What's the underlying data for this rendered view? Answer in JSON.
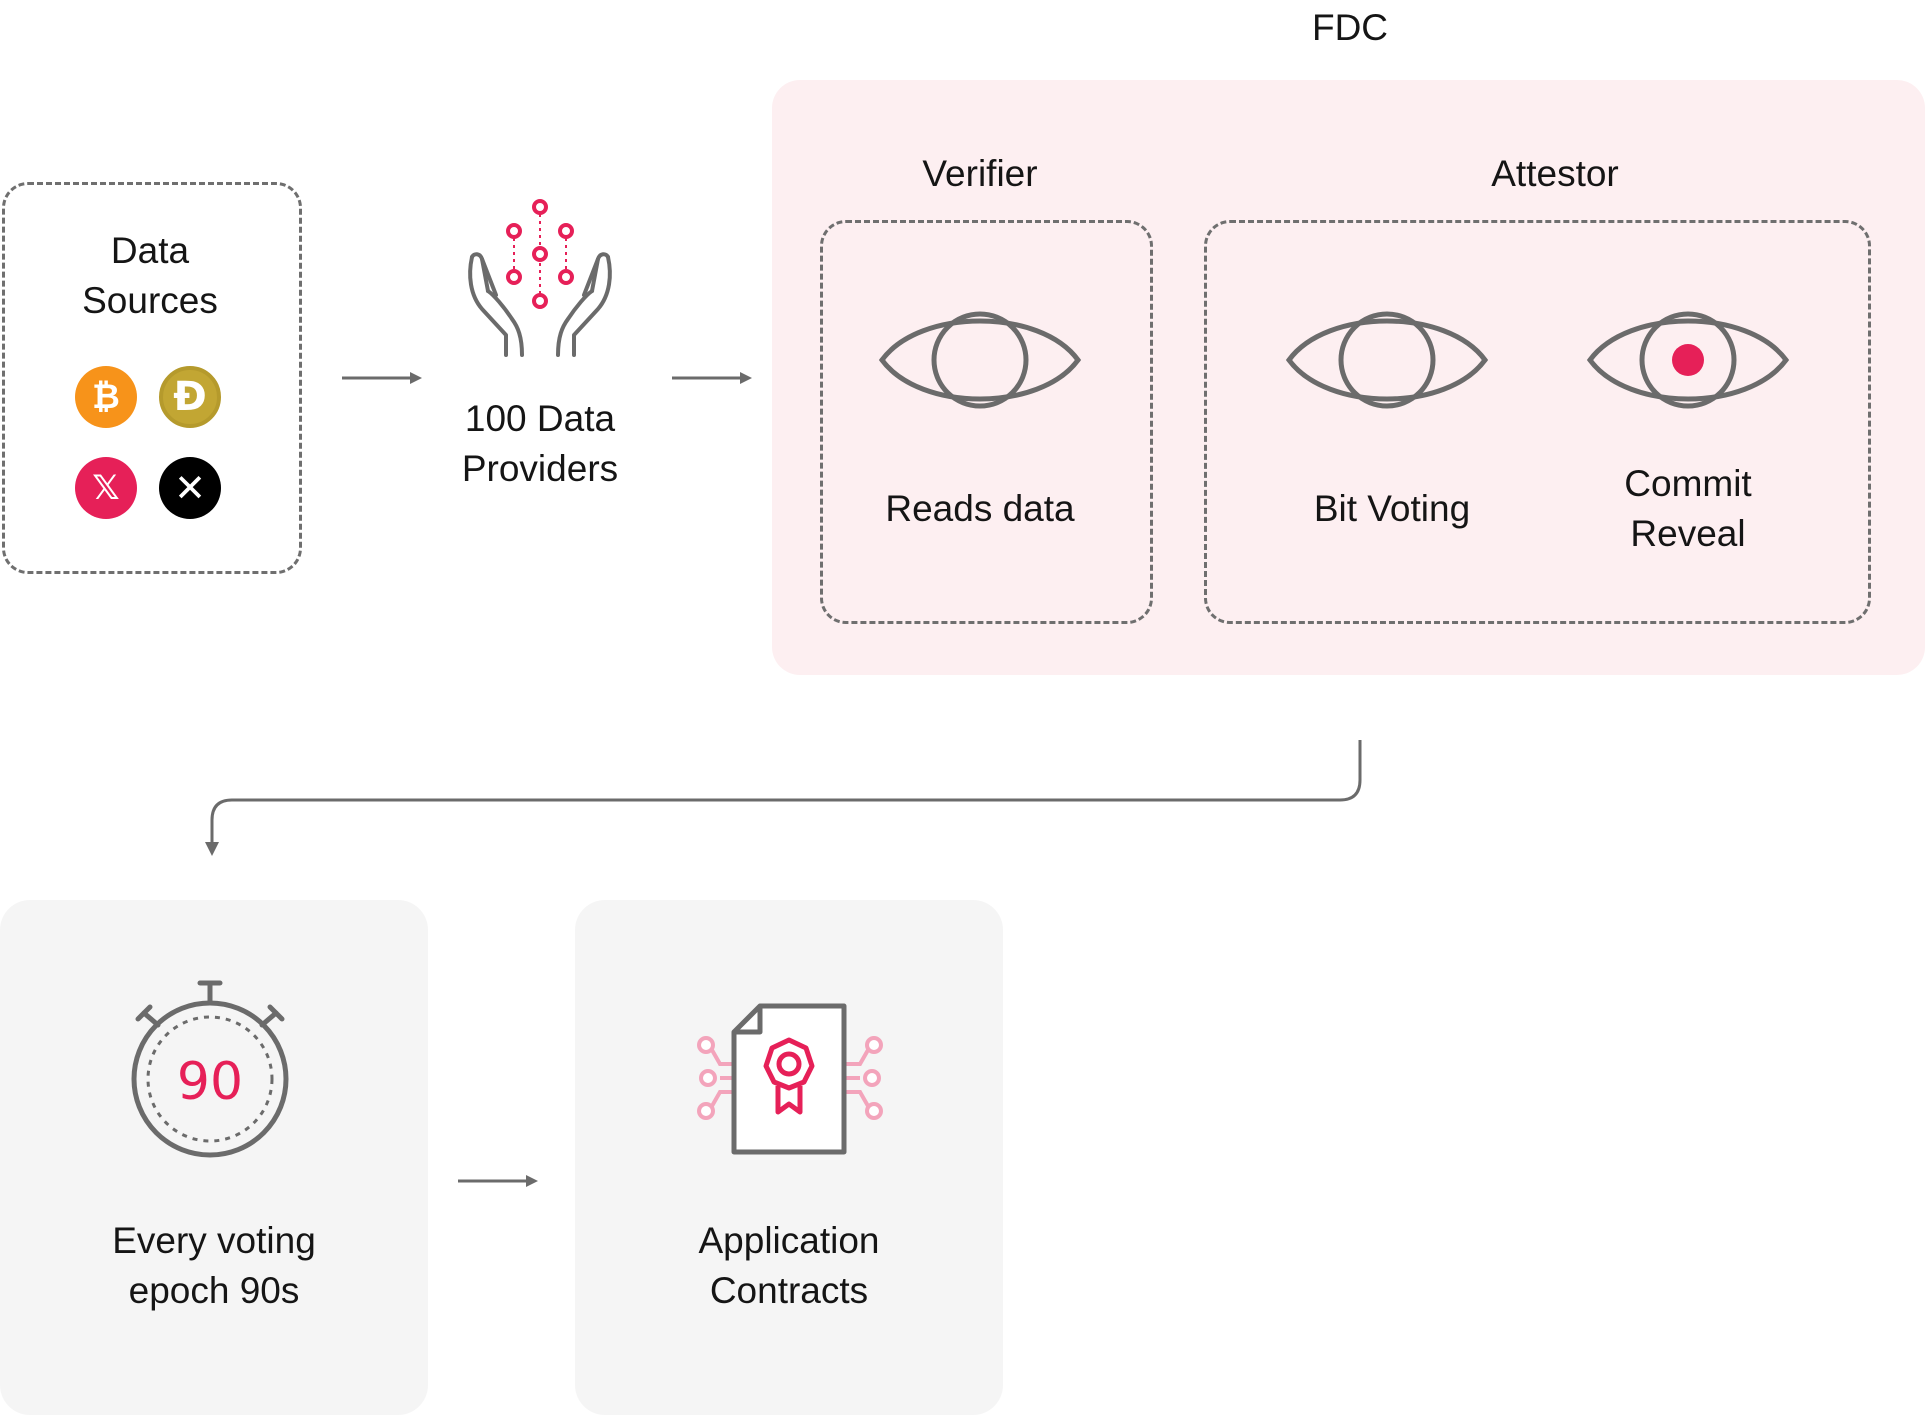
{
  "fdc": {
    "title": "FDC",
    "verifier": {
      "title": "Verifier",
      "reads_label": "Reads data"
    },
    "attestor": {
      "title": "Attestor",
      "bit_voting_label": "Bit Voting",
      "commit_label_line1": "Commit",
      "commit_label_line2": "Reveal"
    }
  },
  "data_sources": {
    "label_line1": "Data",
    "label_line2": "Sources",
    "coins": [
      {
        "icon": "bitcoin-icon",
        "glyph": "₿",
        "color": "#f7931a"
      },
      {
        "icon": "dogecoin-icon",
        "glyph": "Ð",
        "color": "#c2a633"
      },
      {
        "icon": "x-logo-icon",
        "glyph": "𝕏",
        "color": "#e62058"
      },
      {
        "icon": "xrp-icon",
        "glyph": "✕",
        "color": "#000000"
      }
    ]
  },
  "providers": {
    "label_line1": "100 Data",
    "label_line2": "Providers"
  },
  "epoch": {
    "number": "90",
    "label_line1": "Every voting",
    "label_line2": "epoch 90s"
  },
  "contracts": {
    "label_line1": "Application",
    "label_line2": "Contracts"
  },
  "colors": {
    "accent": "#e62058",
    "stroke": "#6b6b6b",
    "panel": "#fdeff1",
    "card": "#f5f5f5"
  }
}
